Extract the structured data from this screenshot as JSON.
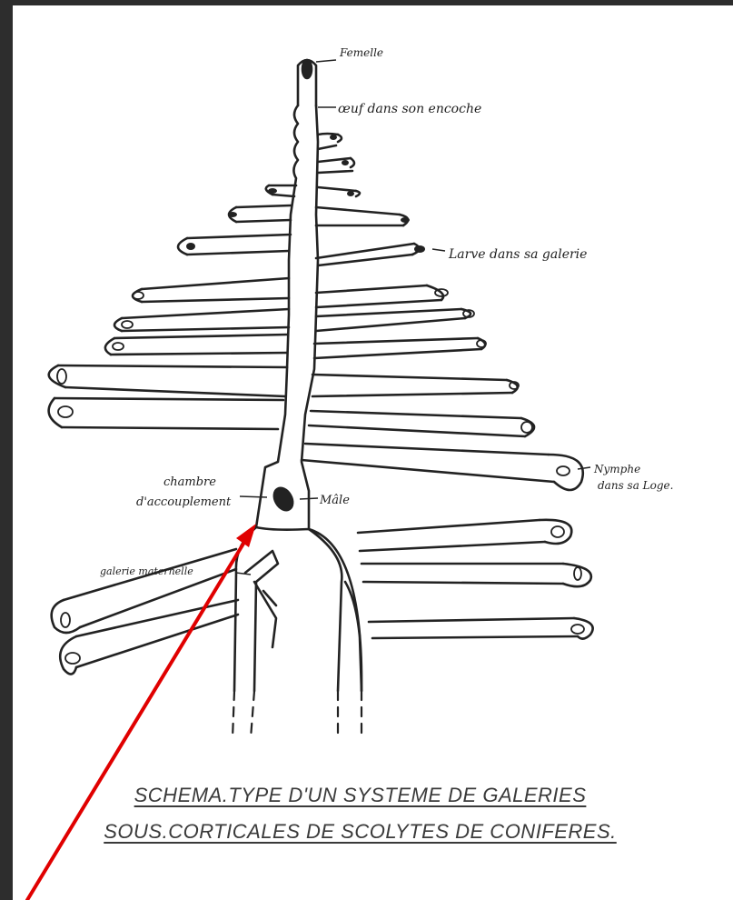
{
  "labels": {
    "femelle": "Femelle",
    "oeuf": "œuf dans son encoche",
    "larve": "Larve dans sa galerie",
    "nymphe_1": "Nymphe",
    "nymphe_2": "dans sa Loge.",
    "chambre_1": "chambre",
    "chambre_2": "d'accouplement",
    "male": "Mâle",
    "galerie": "galerie maternelle"
  },
  "caption": {
    "line1": "SCHEMA.TYPE D'UN SYSTEME DE GALERIES",
    "line2": "SOUS.CORTICALES DE SCOLYTES DE CONIFERES."
  },
  "annotation": {
    "arrow_color": "#e00000"
  }
}
